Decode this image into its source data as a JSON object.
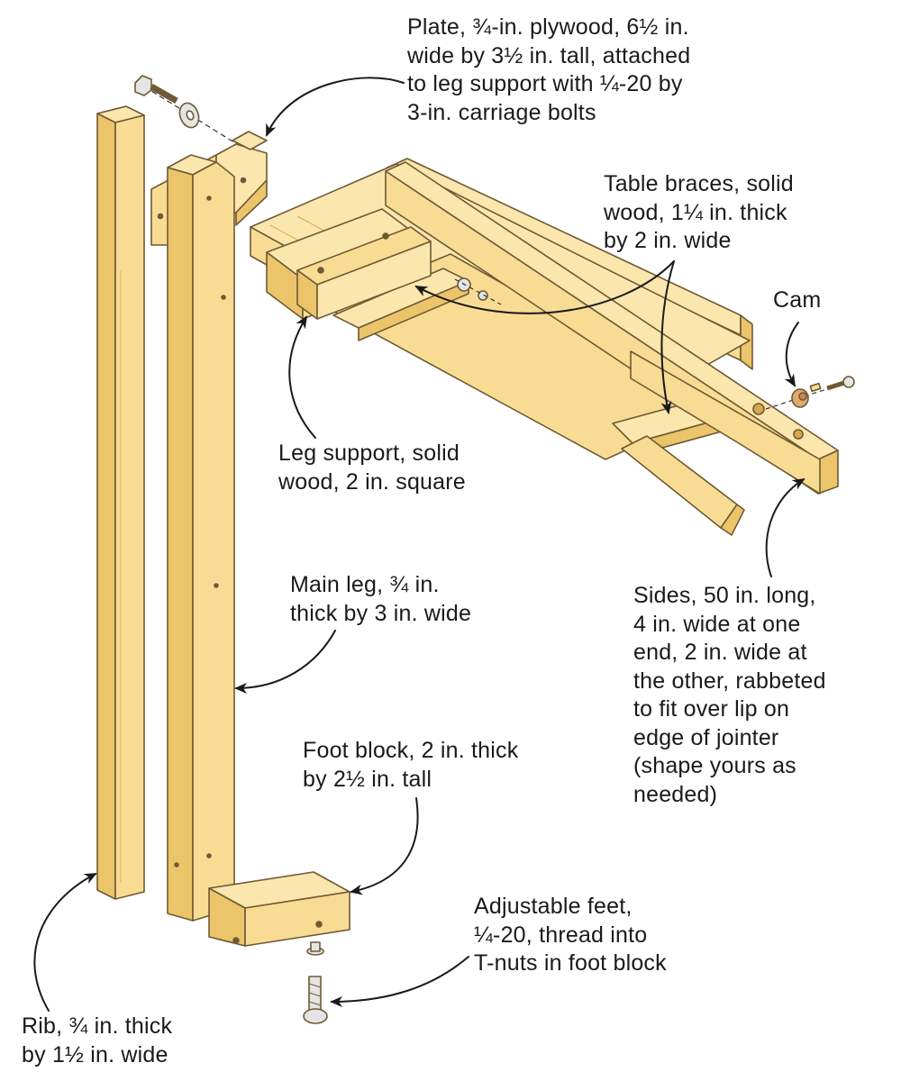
{
  "colors": {
    "wood_face": "#f8dc93",
    "wood_light": "#fbe6ad",
    "wood_side": "#ecc46a",
    "wood_dark": "#d9a850",
    "outline": "#6e5a34",
    "text": "#1a1a1a",
    "hardware": "#e4e4e4"
  },
  "icons": {
    "bolt": "hex-bolt-icon",
    "washer": "washer-icon",
    "cam": "cam-disc-icon",
    "tnut": "t-nut-icon",
    "foot_screw": "adjustable-foot-screw-icon"
  },
  "labels": {
    "plate": "Plate, ¾-in. plywood, 6½ in.\nwide by 3½ in. tall, attached\nto leg support with ¼-20 by\n3-in. carriage bolts",
    "table_braces": "Table braces, solid\nwood, 1¼ in. thick\nby 2 in. wide",
    "cam": "Cam",
    "leg_support": "Leg support, solid\nwood, 2 in. square",
    "main_leg": "Main leg, ¾ in.\nthick by 3 in. wide",
    "sides": "Sides, 50 in. long,\n4 in. wide at one\nend, 2 in. wide at\nthe other, rabbeted\nto fit over lip on\nedge of jointer\n(shape yours as\nneeded)",
    "foot_block": "Foot block, 2 in. thick\nby 2½ in. tall",
    "adjustable_feet": "Adjustable feet,\n¼-20, thread into\nT-nuts in foot block",
    "rib": "Rib, ¾ in. thick\nby 1½ in. wide"
  }
}
